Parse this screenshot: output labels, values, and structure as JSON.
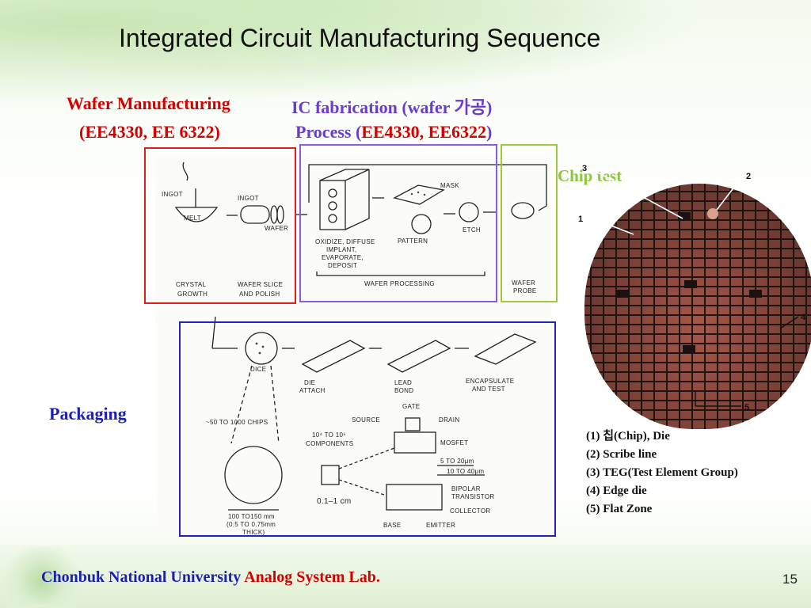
{
  "slide": {
    "title": "Integrated Circuit Manufacturing Sequence",
    "page_number": "15"
  },
  "labels": {
    "wafer_manufacturing": "Wafer Manufacturing",
    "wafer_courses": "(EE4330, EE 6322)",
    "ic_fabrication": "IC fabrication (wafer 가공)",
    "process_prefix": "Process (",
    "process_courses": "EE4330, EE6322",
    "process_suffix": ")",
    "chip_test": "Chip test",
    "packaging": "Packaging"
  },
  "diagram_top": {
    "ingot_left": "INGOT",
    "melt": "MELT",
    "ingot_right": "INGOT",
    "wafer": "WAFER",
    "crystal_growth_1": "CRYSTAL",
    "crystal_growth_2": "GROWTH",
    "wafer_slice_1": "WAFER SLICE",
    "wafer_slice_2": "AND POLISH",
    "mask": "MASK",
    "oxidize_1": "OXIDIZE, DIFFUSE",
    "oxidize_2": "IMPLANT,",
    "oxidize_3": "EVAPORATE,",
    "oxidize_4": "DEPOSIT",
    "pattern": "PATTERN",
    "etch": "ETCH",
    "wafer_processing": "WAFER PROCESSING",
    "wafer_probe_1": "WAFER",
    "wafer_probe_2": "PROBE"
  },
  "diagram_bottom": {
    "dice": "DICE",
    "die_attach_1": "DIE",
    "die_attach_2": "ATTACH",
    "lead_bond_1": "LEAD",
    "lead_bond_2": "BOND",
    "encapsulate_1": "ENCAPSULATE",
    "encapsulate_2": "AND TEST",
    "chips": "~50 TO 1000 CHIPS",
    "components_1": "10⁴ TO 10⁶",
    "components_2": "COMPONENTS",
    "source": "SOURCE",
    "gate": "GATE",
    "drain": "DRAIN",
    "mosfet": "MOSFET",
    "dim_1": "5 TO 20μm",
    "dim_2": "10 TO 40μm",
    "size": "0.1–1 cm",
    "bipolar_1": "BIPOLAR",
    "bipolar_2": "TRANSISTOR",
    "collector": "COLLECTOR",
    "base": "BASE",
    "emitter": "EMITTER",
    "thick_1": "100 TO150 mm",
    "thick_2": "(0.5 TO 0.75mm",
    "thick_3": "THICK)"
  },
  "wafer_callouts": [
    "1",
    "2",
    "3",
    "4",
    "5"
  ],
  "legend": [
    "(1) 칩(Chip), Die",
    "(2) Scribe line",
    "(3) TEG(Test Element Group)",
    "(4) Edge die",
    "(5) Flat Zone"
  ],
  "footer": {
    "university": "Chonbuk National University",
    "lab": "Analog System Lab."
  },
  "colors": {
    "red": "#d40000",
    "blue": "#1d1fb3",
    "purple": "#6a3bd0",
    "green": "#8cc63f",
    "wafer": "#7b4036"
  }
}
